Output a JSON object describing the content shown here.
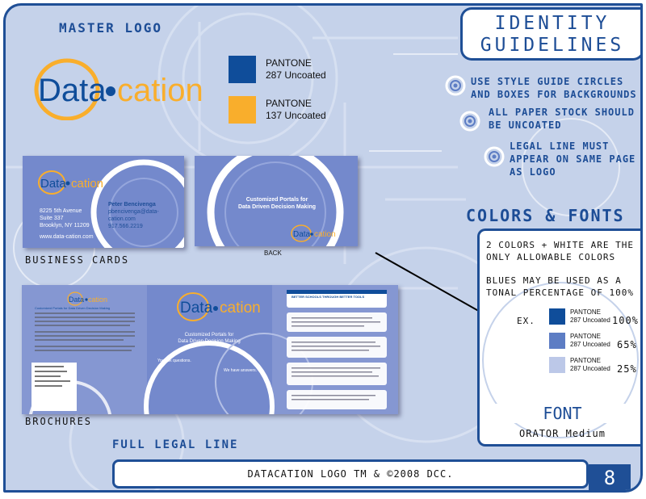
{
  "header": {
    "title_line1": "IDENTITY",
    "title_line2": "GUIDELINES"
  },
  "master_logo": {
    "heading": "MASTER LOGO",
    "logo_text_left": "Data",
    "logo_text_right": "cation",
    "pantone": [
      {
        "name": "PANTONE",
        "value": "287 Uncoated",
        "color": "#0f4d9a"
      },
      {
        "name": "PANTONE",
        "value": "137 Uncoated",
        "color": "#f9ae2c"
      }
    ]
  },
  "rules": [
    {
      "line1": "USE STYLE GUIDE CIRCLES",
      "line2": "AND BOXES FOR BACKGROUNDS",
      "line3": ""
    },
    {
      "line1": "ALL PAPER STOCK SHOULD",
      "line2": "BE UNCOATED",
      "line3": ""
    },
    {
      "line1": "LEGAL LINE MUST",
      "line2": "APPEAR ON SAME PAGE",
      "line3": "AS LOGO"
    }
  ],
  "business_cards": {
    "label": "BUSINESS CARDS",
    "back_label": "BACK",
    "front": {
      "address1": "8225 5th Avenue",
      "address2": "Suite 337",
      "address3": "Brooklyn, NY 11209",
      "web": "www.data-cation.com",
      "name": "Peter Bencivenga",
      "email": "pbencivenga@data-cation.com",
      "phone": "917.566.2219"
    },
    "back": {
      "line1": "Customized Portals for",
      "line2": "Data Driven Decision Making"
    }
  },
  "brochures": {
    "label": "BROCHURES",
    "center_line1": "Customized Portals for",
    "center_line2": "Data Driven Decision Making",
    "you_ask": "You ask questions.",
    "we_have": "We have answers.",
    "right_title": "BETTER SCHOOLS THROUGH BETTER TOOLS",
    "left_title": "Customized Portals for Data Driven Decision Making"
  },
  "colors_fonts": {
    "heading": "COLORS & FONTS",
    "rule1_line1": "2 COLORS + WHITE ARE THE",
    "rule1_line2": "ONLY ALLOWABLE COLORS",
    "rule2_line1": "BLUES MAY BE USED AS A",
    "rule2_line2": "TONAL PERCENTAGE OF 100%",
    "ex_label": "EX.",
    "tints": [
      {
        "name": "PANTONE",
        "value": "287 Uncoated",
        "percent": "100%",
        "color": "#0f4d9a"
      },
      {
        "name": "PANTONE",
        "value": "287 Uncoated",
        "percent": "65%",
        "color": "#5d7dc4"
      },
      {
        "name": "PANTONE",
        "value": "287 Uncoated",
        "percent": "25%",
        "color": "#bcc8e8"
      }
    ],
    "font_heading": "FONT",
    "font_name": "ORATOR Medium"
  },
  "legal": {
    "heading": "FULL LEGAL LINE",
    "text": "DATACATION LOGO TM & ©2008 DCC."
  },
  "page_number": "8"
}
